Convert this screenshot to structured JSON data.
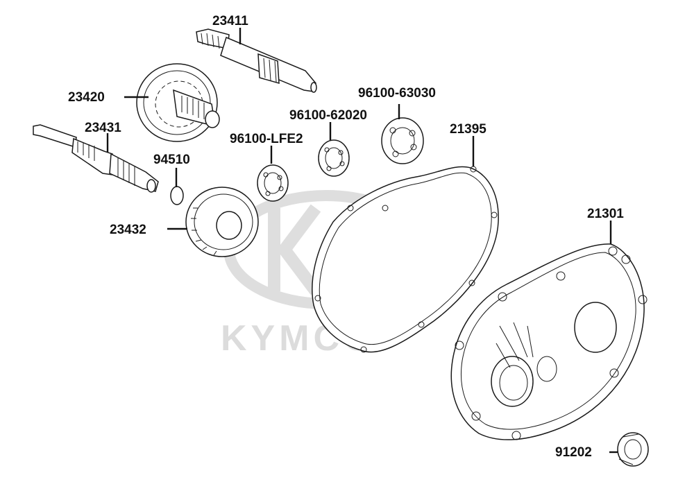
{
  "watermark": {
    "brand": "KYMCO"
  },
  "parts": [
    {
      "id": "p23411",
      "number": "23411"
    },
    {
      "id": "p23420",
      "number": "23420"
    },
    {
      "id": "p23431",
      "number": "23431"
    },
    {
      "id": "p94510",
      "number": "94510"
    },
    {
      "id": "p23432",
      "number": "23432"
    },
    {
      "id": "p96100lfe2",
      "number": "96100-LFE2"
    },
    {
      "id": "p96100-62020",
      "number": "96100-62020"
    },
    {
      "id": "p96100-63030",
      "number": "96100-63030"
    },
    {
      "id": "p21395",
      "number": "21395"
    },
    {
      "id": "p21301",
      "number": "21301"
    },
    {
      "id": "p91202",
      "number": "91202"
    }
  ]
}
